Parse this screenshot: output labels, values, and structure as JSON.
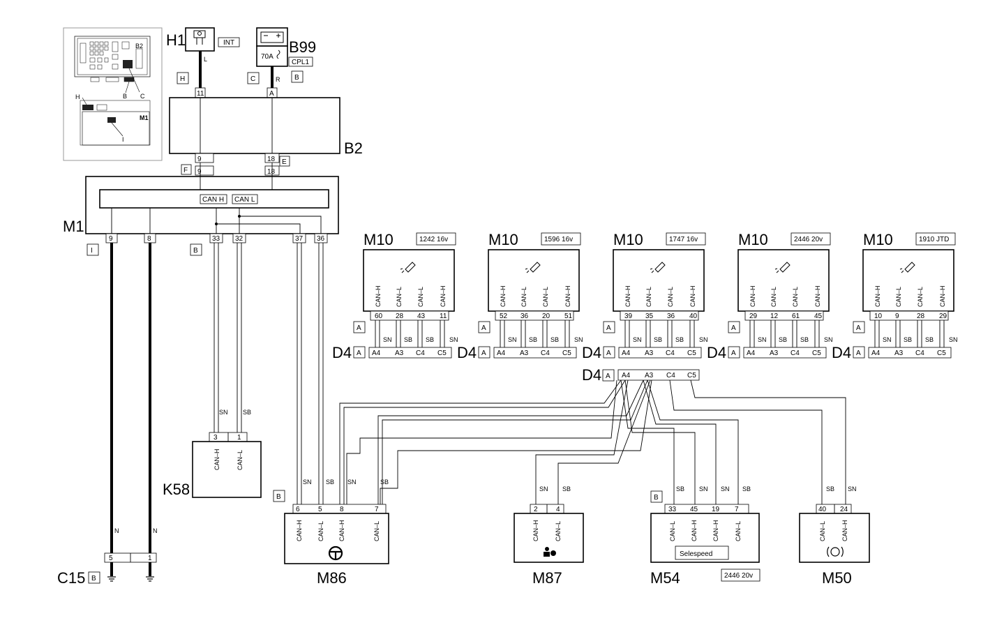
{
  "components": {
    "H1": "H1",
    "B99": "B99",
    "B2": "B2",
    "M1": "M1",
    "K58": "K58",
    "C15": "C15",
    "M86": "M86",
    "M87": "M87",
    "M54": "M54",
    "M50": "M50",
    "M10": "M10",
    "D4": "D4"
  },
  "tags": {
    "int": "INT",
    "cpl1": "CPL1",
    "fuse": "70A",
    "H": "H",
    "C": "C",
    "B": "B",
    "F": "F",
    "E": "E",
    "I": "I",
    "A": "A",
    "can_h": "CAN H",
    "can_l": "CAN L",
    "selespeed": "Selespeed",
    "m54_engine": "2446 20v"
  },
  "locator": {
    "B2": "B2",
    "H": "H",
    "B": "B",
    "C": "C",
    "M1": "M1",
    "I": "I"
  },
  "wires": {
    "L": "L",
    "R": "R",
    "N": "N",
    "SN": "SN",
    "SB": "SB"
  },
  "pins": {
    "h1": "11",
    "b99": "A",
    "b2_top": [
      "11",
      "A"
    ],
    "b2_bot": [
      "9",
      "18"
    ],
    "m1_top": [
      "9",
      "18"
    ],
    "m1_bot": [
      "9",
      "8",
      "33",
      "32",
      "37",
      "36"
    ],
    "k58": [
      "3",
      "1"
    ],
    "c15": [
      "5",
      "1"
    ],
    "m86": [
      "6",
      "5",
      "8",
      "7"
    ],
    "m87": [
      "2",
      "4"
    ],
    "m54": [
      "33",
      "45",
      "19",
      "7"
    ],
    "m50": [
      "40",
      "24"
    ],
    "d4": [
      "A4",
      "A3",
      "C4",
      "C5"
    ]
  },
  "signals": {
    "k58": [
      "CAN–H",
      "CAN–L"
    ],
    "m86": [
      "CAN–H",
      "CAN–L",
      "CAN–H",
      "CAN–L"
    ],
    "m87": [
      "CAN–H",
      "CAN–L"
    ],
    "m54": [
      "CAN–L",
      "CAN–H",
      "CAN–H",
      "CAN–L"
    ],
    "m50": [
      "CAN–L",
      "CAN–H"
    ]
  },
  "m10_variants": [
    {
      "engine": "1242 16v",
      "pins": [
        "60",
        "28",
        "43",
        "11"
      ],
      "signals": [
        "CAN–H",
        "CAN–L",
        "CAN–L",
        "CAN–H"
      ]
    },
    {
      "engine": "1596 16v",
      "pins": [
        "52",
        "36",
        "20",
        "51"
      ],
      "signals": [
        "CAN–H",
        "CAN–L",
        "CAN–L",
        "CAN–H"
      ]
    },
    {
      "engine": "1747 16v",
      "pins": [
        "39",
        "35",
        "36",
        "40"
      ],
      "signals": [
        "CAN–H",
        "CAN–L",
        "CAN–L",
        "CAN–H"
      ]
    },
    {
      "engine": "2446 20v",
      "pins": [
        "29",
        "12",
        "61",
        "45"
      ],
      "signals": [
        "CAN–H",
        "CAN–L",
        "CAN–L",
        "CAN–H"
      ]
    },
    {
      "engine": "1910 JTD",
      "pins": [
        "10",
        "9",
        "28",
        "29"
      ],
      "signals": [
        "CAN–H",
        "CAN–L",
        "CAN–L",
        "CAN–H"
      ]
    }
  ],
  "m10_wire_colors": [
    "SN",
    "SB",
    "SB",
    "SN"
  ],
  "icons": {
    "h1": "ignition-switch-icon",
    "b99": "battery-icon",
    "m10": "injector-icon",
    "m86": "steering-wheel-icon",
    "m87": "airbag-icon",
    "m50": "abs-icon",
    "ground": "ground-icon"
  }
}
